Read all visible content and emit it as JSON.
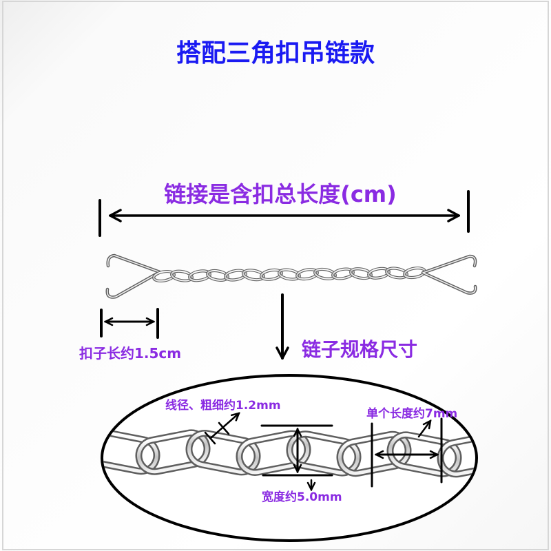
{
  "title": "搭配三角扣吊链款",
  "overview": {
    "total_length_label": "链接是含扣总长度(cm)",
    "clasp_length_label": "扣子长约1.5cm",
    "spec_label": "链子规格尺寸"
  },
  "detail": {
    "wire_diameter_label": "线径、粗细约1.2mm",
    "link_length_label": "单个长度约7mm",
    "width_label": "宽度约5.0mm"
  },
  "colors": {
    "title": "#1a1af2",
    "annotation": "#8a2be2",
    "dimension_line": "#000000",
    "metal_dark": "#5f5f5f",
    "metal_light": "#eeeeee"
  }
}
